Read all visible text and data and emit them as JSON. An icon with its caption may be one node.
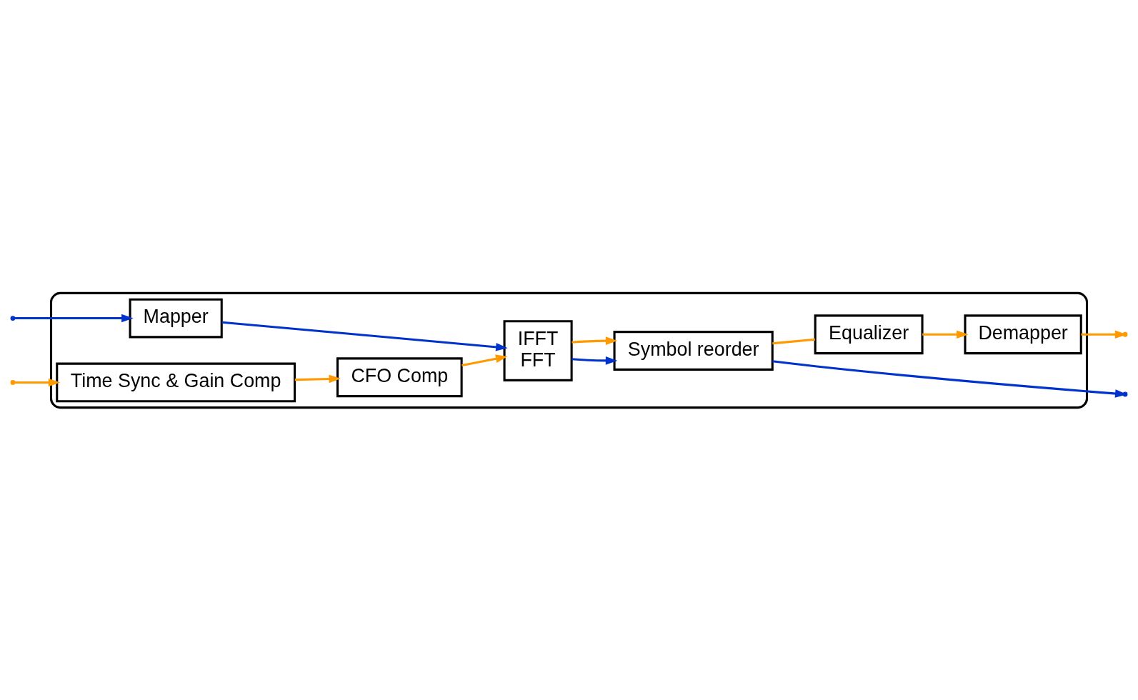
{
  "diagram": {
    "nodes": [
      {
        "text": [],
        "shape": "box"
      },
      {
        "text": [
          "Mapper"
        ],
        "in": 0
      },
      {
        "text": [
          "IFFT",
          "FFT"
        ],
        "in": 0
      },
      {
        "text": [
          "Symbol reorder"
        ],
        "in": 0
      },
      {
        "text": [
          "CFO Comp"
        ],
        "in": 0
      },
      {
        "text": [
          "Time Sync & Gain Comp"
        ],
        "in": 0
      },
      {
        "text": [
          "Demapper"
        ],
        "in": 0
      },
      {
        "text": [
          "Equalizer"
        ],
        "in": 0
      }
    ],
    "edges": [
      {
        "from": null,
        "to": 1,
        "arrow": "to",
        "color": "#0033cc"
      },
      {
        "from": 1,
        "to": 2,
        "arrow": "to",
        "color": "#0033cc"
      },
      {
        "from": 2,
        "to": 3,
        "arrow": "to",
        "color": "#0033cc"
      },
      {
        "from": 3,
        "to": null,
        "arrow": "to",
        "color": "#0033cc"
      },
      {
        "from": 2,
        "to": 3,
        "arrow": "to"
      },
      {
        "from": null,
        "to": 5,
        "arrow": "to"
      },
      {
        "from": 5,
        "to": 4,
        "arrow": "to"
      },
      {
        "from": 4,
        "to": 2,
        "arrow": "to"
      },
      {
        "from": 3,
        "to": 7,
        "arrow": "none"
      },
      {
        "from": 7,
        "to": 6,
        "arrow": "to"
      },
      {
        "from": 6,
        "to": null,
        "arrow": "to"
      }
    ]
  }
}
